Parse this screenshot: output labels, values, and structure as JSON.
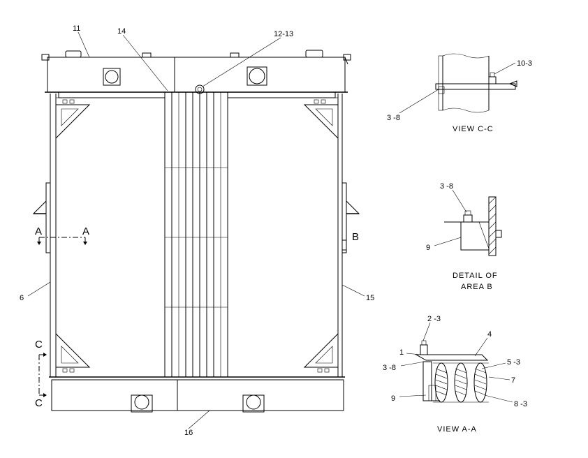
{
  "callouts": {
    "c11": "11",
    "c14": "14",
    "c12_13": "12-13",
    "c10_3": "10-3",
    "c3_8_cc": "3 -8",
    "c3_8_b": "3 -8",
    "c9_b": "9",
    "c6": "6",
    "c15": "15",
    "c16": "16",
    "c2_3": "2 -3",
    "c1": "1",
    "c4": "4",
    "c3_8_aa": "3 -8",
    "c5_3": "5 -3",
    "c7": "7",
    "c9_aa": "9",
    "c8_3": "8 -3"
  },
  "section_marks": {
    "a_left": "A",
    "a_right": "A",
    "b": "B",
    "c_top": "C",
    "c_bottom": "C"
  },
  "captions": {
    "view_cc": "VIEW  C-C",
    "detail_b_line1": "DETAIL  OF",
    "detail_b_line2": "AREA  B",
    "view_aa": "VIEW  A-A"
  }
}
